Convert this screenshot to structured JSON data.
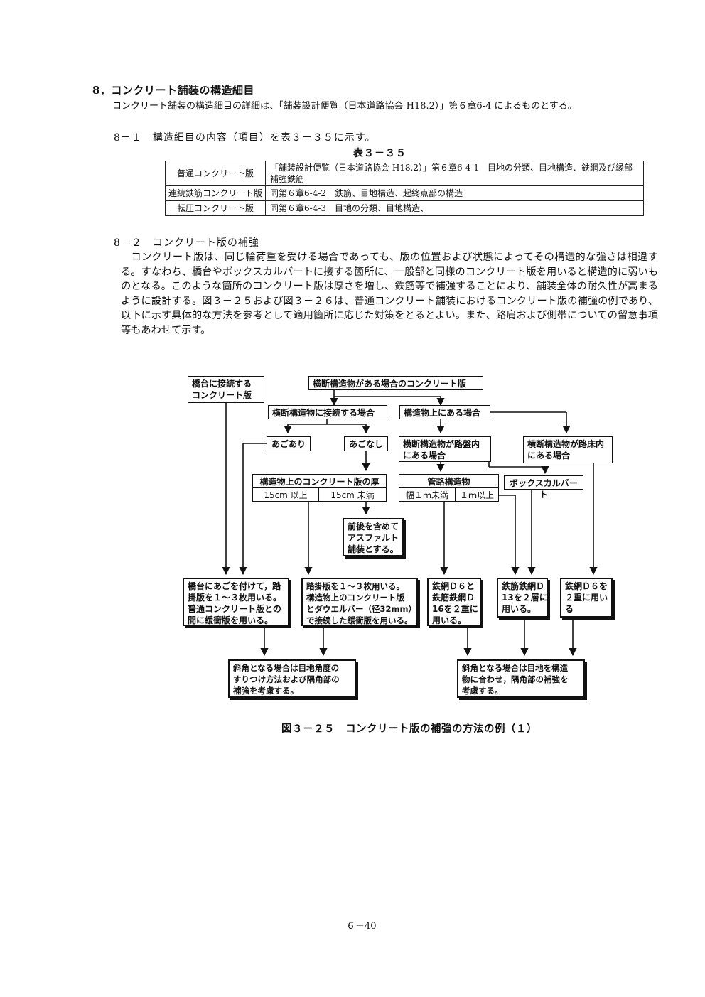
{
  "section": {
    "heading": "8．コンクリート舗装の構造細目",
    "intro": "コンクリート舗装の構造細目の詳細は、「舗装設計便覧（日本道路協会 H18.2）」第６章6-4 によるものとする。"
  },
  "sub1": {
    "heading": "8－１　構造細目の内容（項目）を表３－３５に示す。",
    "table_caption": "表３－３５",
    "rows": [
      {
        "key": "普通コンクリート版",
        "value": "「舗装設計便覧（日本道路協会 H18.2）」第６章6-4-1　目地の分類、目地構造、鉄網及び縁部補強鉄筋"
      },
      {
        "key": "連続鉄筋コンクリート版",
        "value": "同第６章6-4-2　鉄筋、目地構造、起終点部の構造"
      },
      {
        "key": "転圧コンクリート版",
        "value": "同第６章6-4-3　目地の分類、目地構造、"
      }
    ]
  },
  "sub2": {
    "heading": "8－２　コンクリート版の補強",
    "body": "コンクリート版は、同じ輪荷重を受ける場合であっても、版の位置および状態によってその構造的な強さは相違する。すなわち、橋台やボックスカルバートに接する箇所に、一般部と同様のコンクリート版を用いると構造的に弱いものとなる。このような箇所のコンクリート版は厚さを増し、鉄筋等で補強することにより、舗装全体の耐久性が高まるように設計する。図３－２５および図３－２６は、普通コンクリート舗装におけるコンクリート版の補強の例であり、以下に示す具体的な方法を参考として適用箇所に応じた対策をとるとよい。また、路肩および側帯についての留意事項等もあわせて示す。"
  },
  "flow": {
    "abutment": "橋台に接続する\nコンクリート版",
    "transverse": "横断構造物がある場合のコンクリート版",
    "connect": "横断構造物に接続する場合",
    "on_structure": "構造物上にある場合",
    "ago_ari": "あごあり",
    "ago_nashi": "あごなし",
    "in_base": "横断構造物が路盤内\nにある場合",
    "in_bed": "横断構造物が路床内\nにある場合",
    "thickness": "構造物上のコンクリート版の厚さ",
    "over15": "15cm 以上",
    "under15": "15cm 未満",
    "pipe": "管路構造物",
    "box": "ボックスカルバート",
    "w_under": "幅１ｍ未満",
    "w_over": "１ｍ以上",
    "asphalt": "前後を含めて\nアスファルト\n舗装とする。",
    "r1": "橋台にあごを付けて，踏\n掛版を１～３枚用いる。\n普通コンクリート版との\n間に緩衝版を用いる。",
    "r2": "踏掛版を１～３枚用いる。\n構造物上のコンクリート版\nとダウエルバー（径32mm）\nで接続した緩衝版を用いる。",
    "r3": "鉄網Ｄ６と\n鉄筋鉄網Ｄ\n16を２重に\n用いる。",
    "r4": "鉄筋鉄網Ｄ\n13を２層に\n用いる。",
    "r5": "鉄網Ｄ６を\n２重に用い\nる",
    "s1": "斜角となる場合は目地角度の\nすりつけ方法および隅角部の\n補強を考慮する。",
    "s2": "斜角となる場合は目地を構造\n物に合わせ，隅角部の補強を\n考慮する。",
    "caption": "図３－２５　コンクリート版の補強の方法の例（１）"
  },
  "page_number": "６－40"
}
